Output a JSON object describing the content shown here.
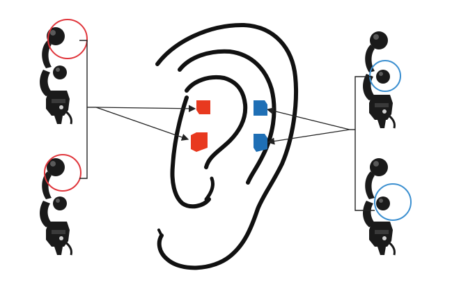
{
  "colors": {
    "background": "#ffffff",
    "ear_outline": "#111111",
    "device": "#1a1a1a",
    "device_highlight": "#5a5a5a",
    "marker_red": "#e8391f",
    "marker_blue": "#1f6fb5",
    "circle_red": "#e0353b",
    "circle_blue": "#3b8fd0",
    "leader_line": "#222222"
  },
  "icons": {
    "ear": "ear-outline-icon",
    "device": "ear-clip-device-icon",
    "marker_red": "red-electrode-marker",
    "marker_blue": "blue-electrode-marker"
  },
  "groups": {
    "left": {
      "count": 2,
      "highlight": "top-ball",
      "circle_color": "red",
      "targets": 2
    },
    "right": {
      "count": 2,
      "highlight": "middle-ball",
      "circle_color": "blue",
      "targets": 2
    }
  }
}
